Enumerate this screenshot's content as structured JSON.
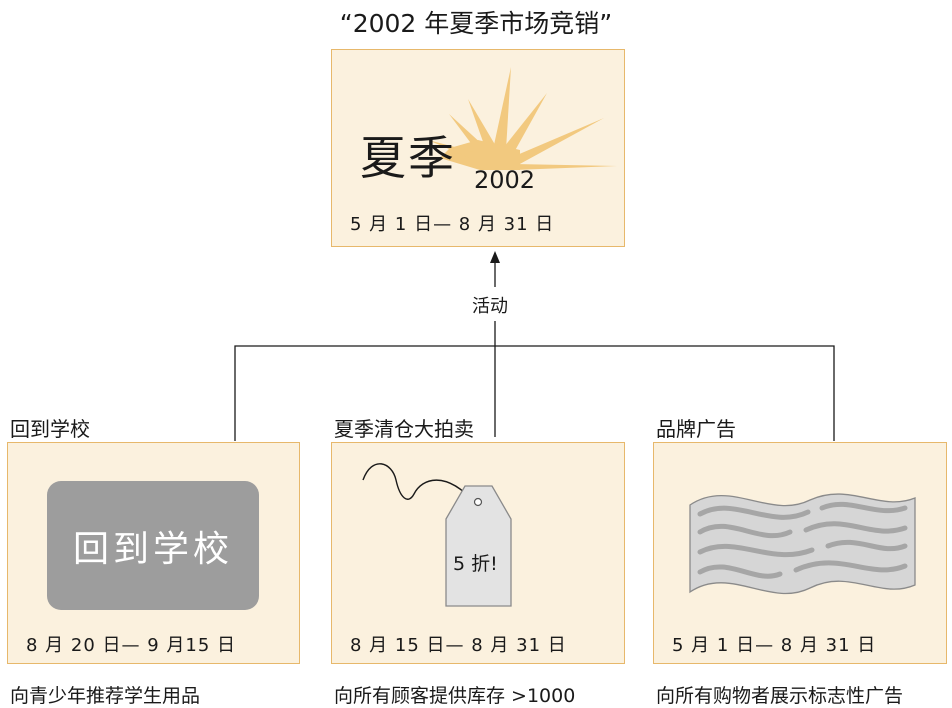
{
  "title": "“2002 年夏季市场竞销”",
  "main_campaign": {
    "big_text": "夏季",
    "year": "2002",
    "date_range": "5 月 1 日— 8 月 31 日"
  },
  "connector_label": "活动",
  "activities": [
    {
      "label": "回到学校",
      "sign_text": "回到学校",
      "date_range": "8 月 20 日— 9 月15 日",
      "description": "向青少年推荐学生用品"
    },
    {
      "label": "夏季清仓大拍卖",
      "tag_text": "5 折!",
      "date_range": "8 月 15 日— 8 月 31 日",
      "description": "向所有顾客提供库存 >1000"
    },
    {
      "label": "品牌广告",
      "date_range": "5 月 1 日— 8 月 31 日",
      "description": "向所有购物者展示标志性广告"
    }
  ],
  "colors": {
    "box_fill": "#fbf1de",
    "box_border": "#e7b86b",
    "sun": "#f2c97f",
    "sign": "#9d9d9d",
    "tag": "#e3e3e3"
  }
}
